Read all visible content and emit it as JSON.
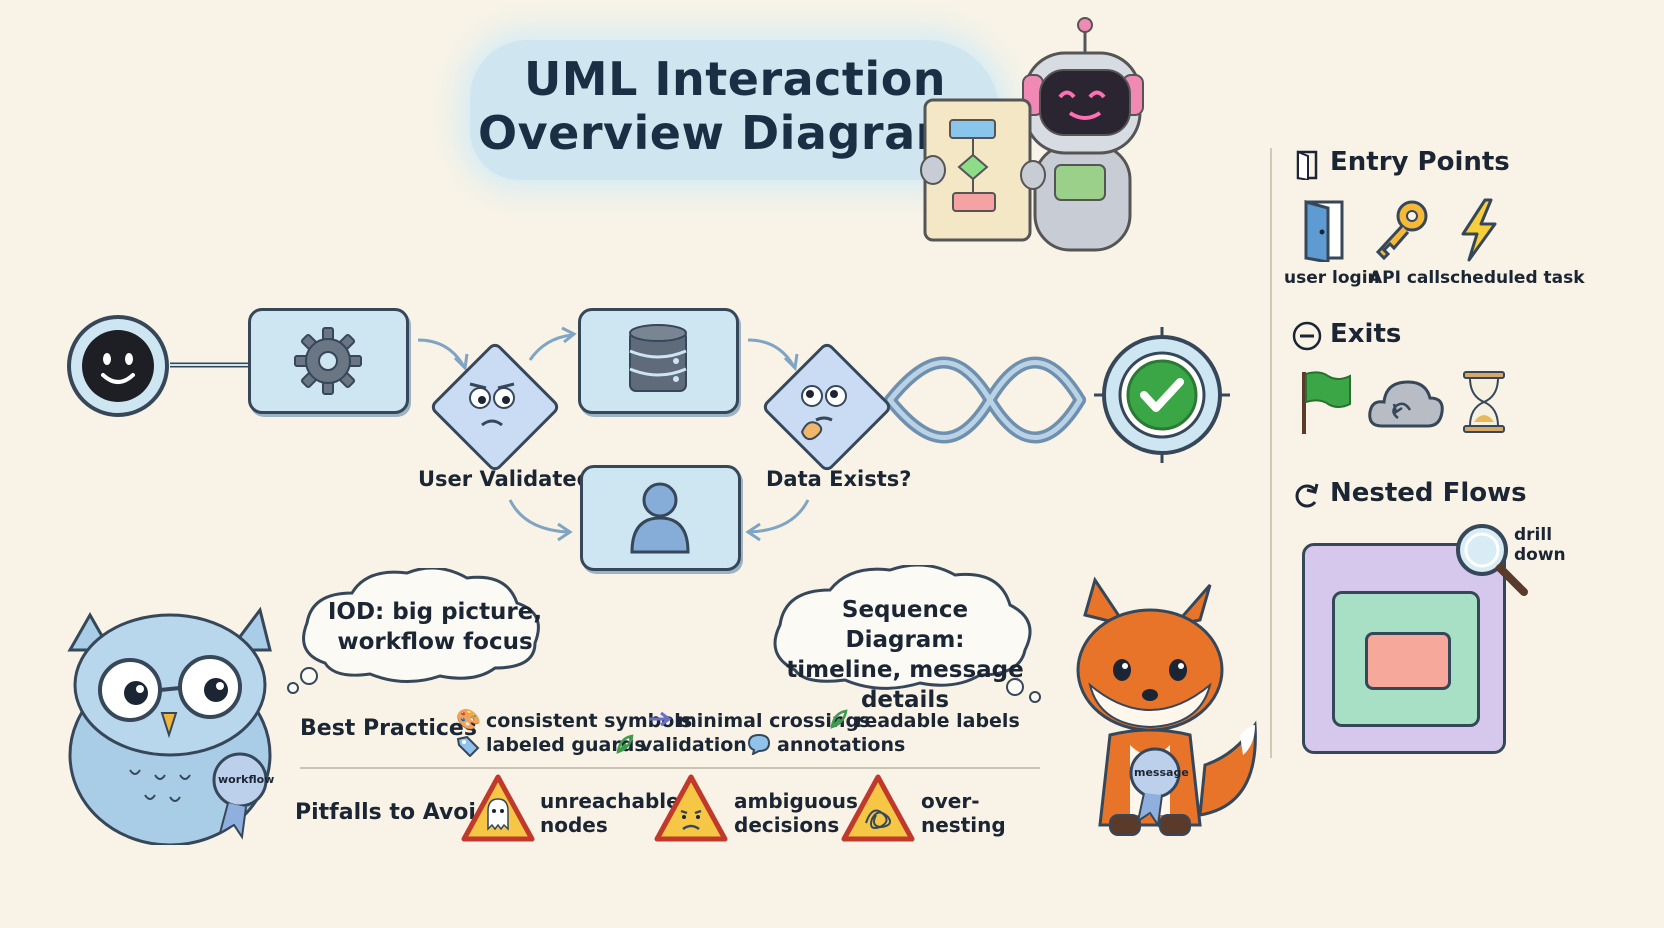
{
  "title": {
    "line1": "UML Interaction",
    "line2": "Overview Diagrams"
  },
  "flow": {
    "decision1_label": "User Validated?",
    "decision2_label": "Data Exists?"
  },
  "notes": {
    "owl_cloud": [
      "IOD: big picture,",
      "workflow focus"
    ],
    "fox_cloud": [
      "Sequence Diagram:",
      "timeline, message",
      "details"
    ],
    "owl_badge": "workflow",
    "fox_badge": "message"
  },
  "best_practices": {
    "heading": "Best Practices",
    "items": [
      {
        "icon": "palette-icon",
        "label": "consistent symbols"
      },
      {
        "icon": "arrow-right-icon",
        "label": "minimal crossings"
      },
      {
        "icon": "leaf-icon",
        "label": "readable labels"
      },
      {
        "icon": "tag-icon",
        "label": "labeled guards"
      },
      {
        "icon": "leaf-icon",
        "label": "validation"
      },
      {
        "icon": "speech-bubble-icon",
        "label": "annotations"
      }
    ]
  },
  "pitfalls": {
    "heading": "Pitfalls to Avoid",
    "items": [
      {
        "icon": "ghost-warning-icon",
        "line1": "unreachable",
        "line2": "nodes"
      },
      {
        "icon": "confused-warning-icon",
        "line1": "ambiguous",
        "line2": "decisions"
      },
      {
        "icon": "tangle-warning-icon",
        "line1": "over-",
        "line2": "nesting"
      }
    ]
  },
  "sidebar": {
    "entry": {
      "heading": "Entry Points",
      "items": [
        {
          "icon": "door-icon",
          "label": "user login"
        },
        {
          "icon": "key-icon",
          "label": "API call"
        },
        {
          "icon": "lightning-icon",
          "label": "scheduled task"
        }
      ]
    },
    "exits": {
      "heading": "Exits"
    },
    "nested": {
      "heading": "Nested Flows",
      "drill": [
        "drill",
        "down"
      ]
    }
  },
  "colors": {
    "background": "#f8f3e6",
    "node_fill": "#cde6f2",
    "accent_green": "#3aa646",
    "owl_blue": "#a9cde6",
    "fox_orange": "#e8742a"
  }
}
